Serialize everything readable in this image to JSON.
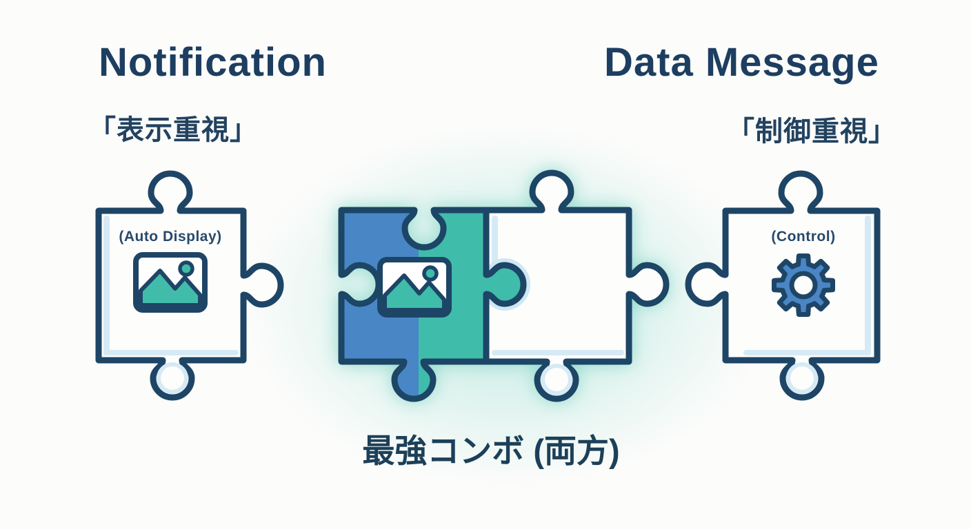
{
  "diagram": {
    "background_color": "#fcfcfb",
    "colors": {
      "outline_navy": "#1e4566",
      "text_navy": "#1d3e60",
      "blue": "#4a86c5",
      "teal": "#41bcab",
      "inner_shadow": "#d5eaf5",
      "glow": "#86d7c9",
      "white_piece": "#fdfdfc"
    },
    "notification": {
      "title": "Notification",
      "subtitle": "「表示重視」",
      "piece_label": "(Auto Display)",
      "piece_icon": "image-icon"
    },
    "data_message": {
      "title": "Data Message",
      "subtitle": "「制御重視」",
      "piece_label": "(Control)",
      "piece_icon": "gear-icon"
    },
    "combo": {
      "caption": "最強コンボ (両方)",
      "piece_icon": "image-icon"
    }
  }
}
